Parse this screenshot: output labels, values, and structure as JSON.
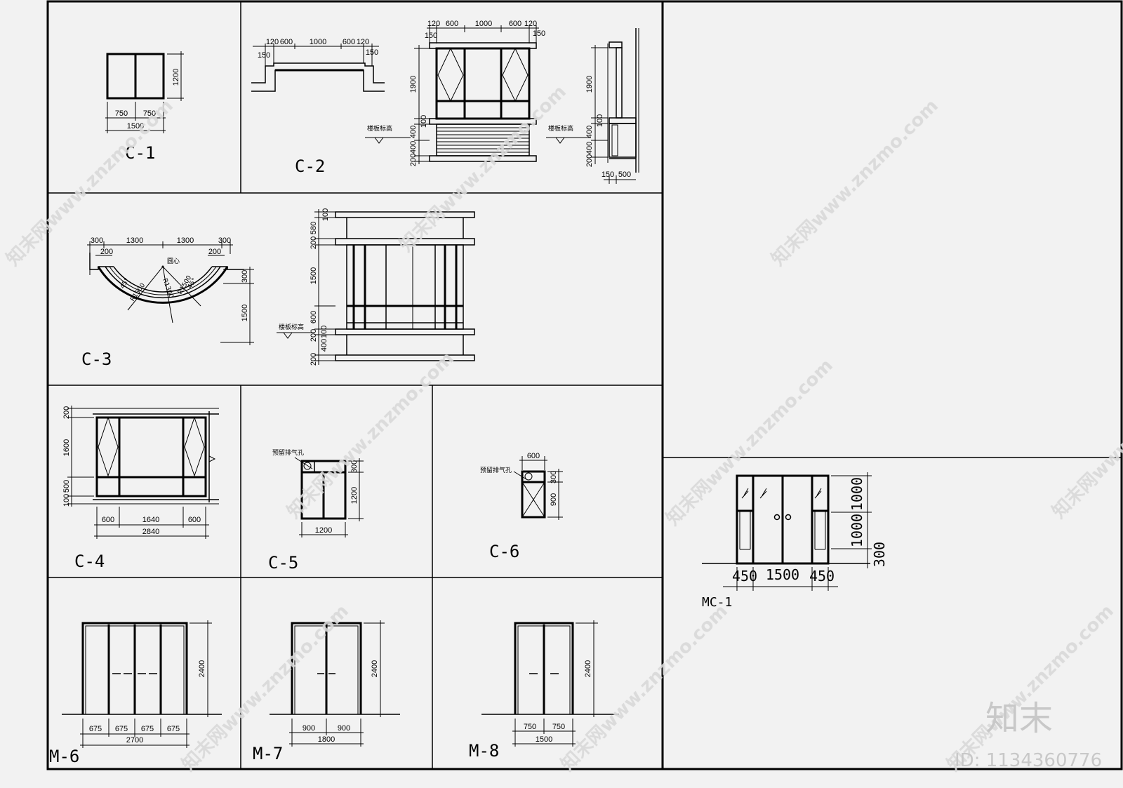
{
  "drawings": {
    "c1": {
      "label": "C-1",
      "dims": [
        "750",
        "750",
        "1500",
        "1200"
      ]
    },
    "c2": {
      "label": "C-2",
      "plan_dims": [
        "120",
        "600",
        "1000",
        "600",
        "120",
        "150",
        "150"
      ],
      "elev_dims": [
        "120",
        "600",
        "1000",
        "600",
        "120",
        "150",
        "150",
        "1900",
        "100",
        "400",
        "400",
        "200"
      ],
      "side_dims": [
        "1900",
        "100",
        "400",
        "400",
        "200",
        "150",
        "500"
      ],
      "floor_level": "楼板标高"
    },
    "c3": {
      "label": "C-3",
      "plan_dims": [
        "300",
        "1300",
        "1300",
        "300",
        "200",
        "200",
        "300",
        "1500"
      ],
      "plan_notes": [
        "圆心",
        "45°",
        "45°",
        "R1500",
        "R1300",
        "R1500"
      ],
      "elev_dims": [
        "100",
        "580",
        "200",
        "1500",
        "600",
        "200",
        "100",
        "400",
        "200"
      ],
      "floor_level": "楼板标高"
    },
    "c4": {
      "label": "C-4",
      "dims": [
        "200",
        "1600",
        "500",
        "100",
        "600",
        "1640",
        "600",
        "2840"
      ]
    },
    "c5": {
      "label": "C-5",
      "note": "预留排气孔",
      "dims": [
        "300",
        "1200",
        "1200"
      ]
    },
    "c6": {
      "label": "C-6",
      "note": "预留排气孔",
      "dims": [
        "600",
        "300",
        "900"
      ]
    },
    "mc1": {
      "label": "MC-1",
      "dims": [
        "450",
        "1500",
        "450",
        "1000",
        "1000",
        "300"
      ]
    },
    "m6": {
      "label": "M-6",
      "dims": [
        "675",
        "675",
        "675",
        "675",
        "2700",
        "2400"
      ]
    },
    "m7": {
      "label": "M-7",
      "dims": [
        "900",
        "900",
        "1800",
        "2400"
      ]
    },
    "m8": {
      "label": "M-8",
      "dims": [
        "750",
        "750",
        "1500",
        "2400"
      ]
    }
  },
  "watermark": {
    "text": "知末网www.znzmo.com",
    "brand": "知末",
    "id": "ID: 1134360776"
  }
}
